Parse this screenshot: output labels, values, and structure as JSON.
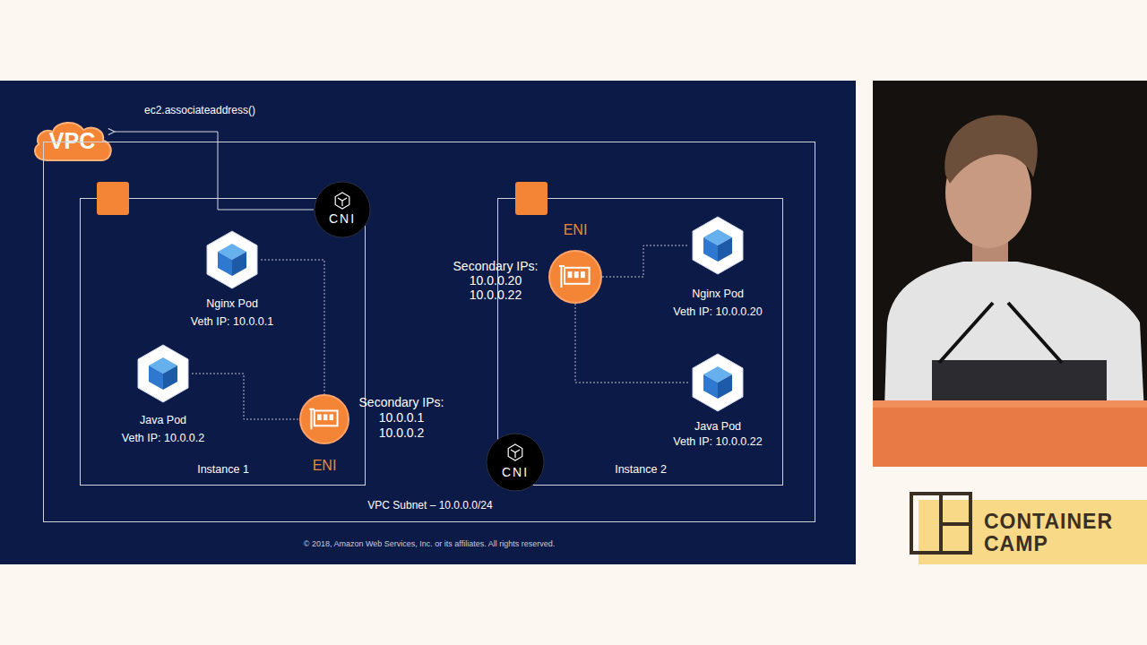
{
  "diagram": {
    "nodes": [
      {
        "text": [
          "VPC"
        ]
      },
      {
        "text": [
          "VPC Subnet – 10.0.0.0/24"
        ]
      },
      {
        "text": [
          "Instance 1"
        ],
        "in": 1
      },
      {
        "text": [
          "CNI"
        ],
        "in": 2
      },
      {
        "text": [
          "Nginx Pod",
          "Veth IP: 10.0.0.1"
        ],
        "in": 2
      },
      {
        "text": [
          "Java Pod",
          "Veth IP: 10.0.0.2"
        ],
        "in": 2
      },
      {
        "text": [
          "ENI",
          "Secondary IPs: 10.0.0.1 10.0.0.2"
        ],
        "in": 2
      },
      {
        "text": [
          "Instance 2"
        ],
        "in": 1
      },
      {
        "text": [
          "ENI",
          "Secondary IPs: 10.0.0.20 10.0.0.22"
        ],
        "in": 7
      },
      {
        "text": [
          "Nginx Pod",
          "Veth IP: 10.0.0.20"
        ],
        "in": 7
      },
      {
        "text": [
          "Java Pod",
          "Veth IP: 10.0.0.22"
        ],
        "in": 7
      },
      {
        "text": [
          "CNI"
        ],
        "in": 7
      }
    ],
    "edges": [
      {
        "from": 3,
        "to": 0,
        "label": "ec2.associateaddress()",
        "arrow": "to"
      },
      {
        "from": 4,
        "to": 6,
        "arrow": "none"
      },
      {
        "from": 5,
        "to": 6,
        "arrow": "none"
      },
      {
        "from": 8,
        "to": 9,
        "arrow": "none"
      },
      {
        "from": 8,
        "to": 10,
        "arrow": "none"
      }
    ],
    "labels": [
      "© 2018, Amazon Web Services, Inc. or its affiliates. All rights reserved.",
      "CONTAINER CAMP"
    ]
  }
}
